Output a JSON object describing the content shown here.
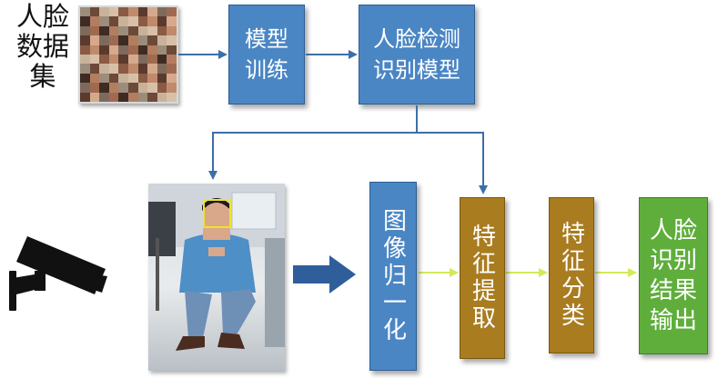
{
  "dataset_label": [
    "人脸",
    "数据",
    "集"
  ],
  "train_box": [
    "模型",
    "训练"
  ],
  "model_box": [
    "人脸检测",
    "识别模型"
  ],
  "stage_boxes": [
    {
      "text": "图像归一化",
      "color": "#4a86c4"
    },
    {
      "text": "特征提取",
      "color": "#a97c1f"
    },
    {
      "text": "特征分类",
      "color": "#a97c1f"
    },
    {
      "text": "人脸识别结果输出",
      "color": "#5fae3c"
    }
  ],
  "icons": {
    "dataset": "face-mosaic-image",
    "camera": "security-camera-icon",
    "photo": "seated-person-photo",
    "detection": "face-detection-box"
  },
  "colors": {
    "blue_box": "#4a86c4",
    "brown_box": "#a97c1f",
    "green_box": "#5fae3c",
    "flow_arrow": "#3c6fa8",
    "pipeline_arrow": "#d4e85a",
    "detection_box": "#f2e22a"
  }
}
